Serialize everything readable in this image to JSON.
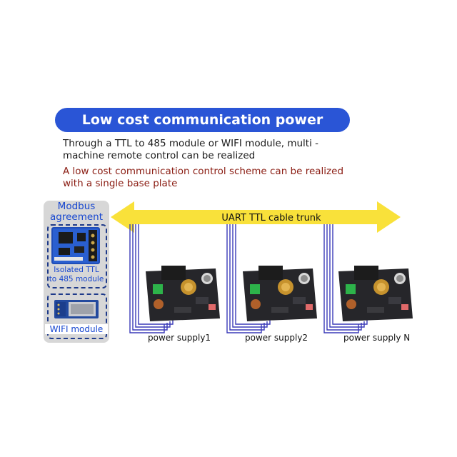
{
  "banner": {
    "title": "Low cost communication power supply"
  },
  "description": {
    "line1": "Through a TTL to 485 module or WIFI module, multi -",
    "line2": "machine remote control can be realized",
    "highlight1": "A low cost communication control scheme can be realized",
    "highlight2": "with a single base plate"
  },
  "left_panel": {
    "modbus_line1": "Modbus",
    "modbus_line2": "agreement",
    "isolated_line1": "Isolated TTL",
    "isolated_line2": "to 485 module",
    "wifi_label": "WIFI module"
  },
  "bus": {
    "label": "UART TTL  cable trunk"
  },
  "supplies": [
    {
      "label": "power supply1"
    },
    {
      "label": "power supply2"
    },
    {
      "label": "power supply N"
    }
  ],
  "colors": {
    "banner": "#2a55d6",
    "arrow": "#f9e13a",
    "wire": "#3a3ab8",
    "highlight_text": "#8a1c12",
    "panel": "#d7d7d7",
    "board": "#26262a"
  }
}
